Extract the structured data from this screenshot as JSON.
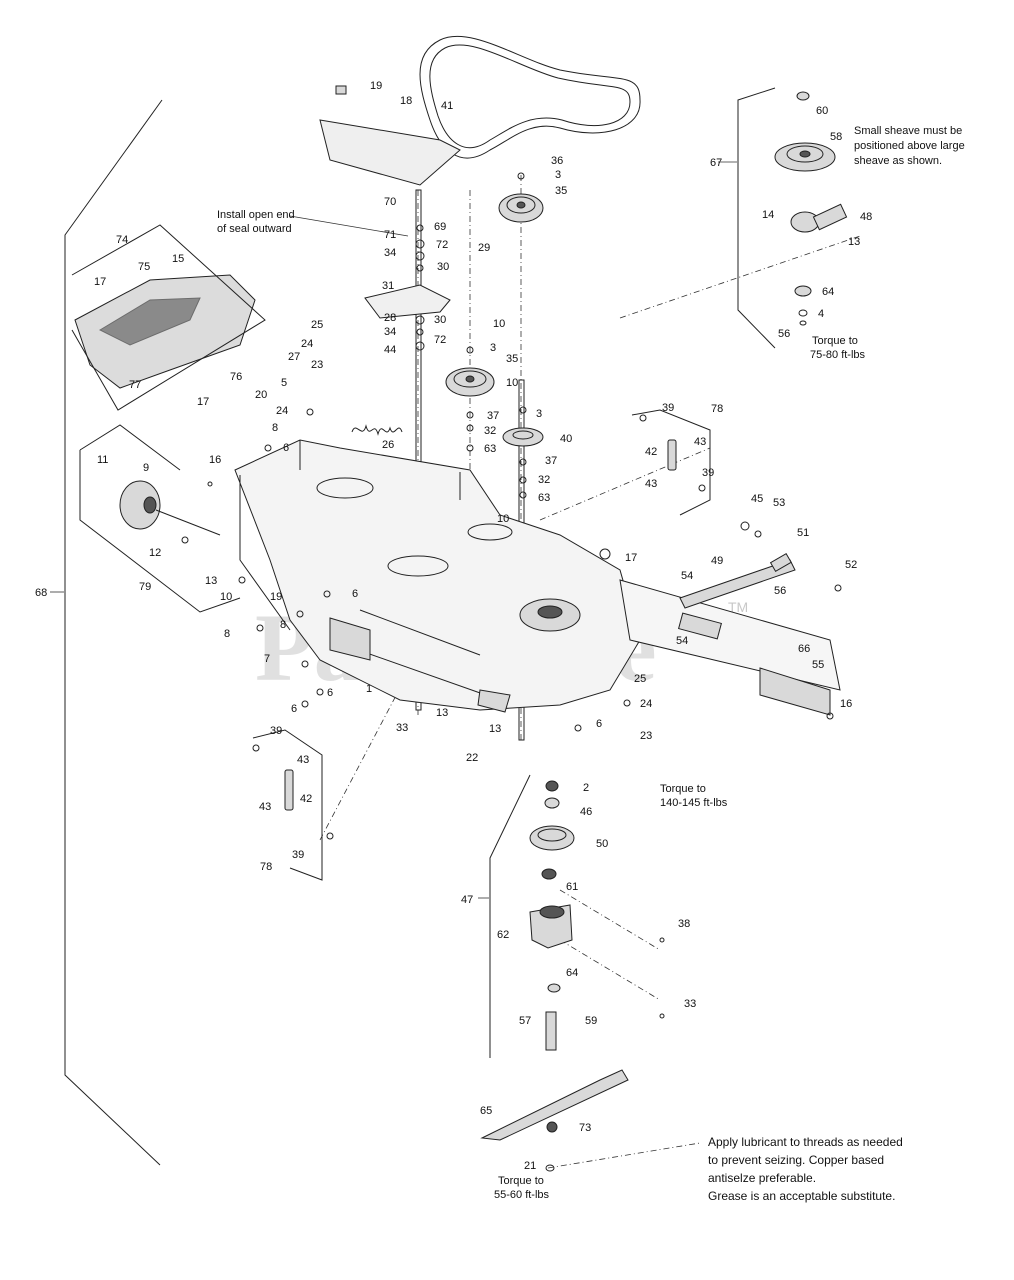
{
  "watermark": {
    "text": "PartsTree",
    "tm": "TM"
  },
  "notes": {
    "seal": [
      "Install open end",
      "of seal outward"
    ],
    "sheave": [
      "Small sheave must be",
      "positioned above large",
      "sheave as shown."
    ],
    "torque_top": [
      "Torque to",
      "75-80 ft-lbs"
    ],
    "torque_mid": [
      "Torque to",
      "140-145 ft-lbs"
    ],
    "torque_bottom": [
      "Torque to",
      "55-60 ft-lbs"
    ],
    "lubricant": [
      "Apply lubricant to threads as needed",
      "to prevent seizing.  Copper based",
      "antiselze preferable.",
      "Grease is an acceptable substitute."
    ]
  },
  "callouts": [
    {
      "t": "19"
    },
    {
      "t": "18"
    },
    {
      "t": "41"
    },
    {
      "t": "60"
    },
    {
      "t": "58"
    },
    {
      "t": "67"
    },
    {
      "t": "14"
    },
    {
      "t": "48"
    },
    {
      "t": "13"
    },
    {
      "t": "64"
    },
    {
      "t": "4"
    },
    {
      "t": "56"
    },
    {
      "t": "36"
    },
    {
      "t": "3"
    },
    {
      "t": "35"
    },
    {
      "t": "70"
    },
    {
      "t": "71"
    },
    {
      "t": "69"
    },
    {
      "t": "34"
    },
    {
      "t": "72"
    },
    {
      "t": "30"
    },
    {
      "t": "29"
    },
    {
      "t": "31"
    },
    {
      "t": "28"
    },
    {
      "t": "30"
    },
    {
      "t": "34"
    },
    {
      "t": "72"
    },
    {
      "t": "44"
    },
    {
      "t": "74"
    },
    {
      "t": "15"
    },
    {
      "t": "75"
    },
    {
      "t": "17"
    },
    {
      "t": "77"
    },
    {
      "t": "17"
    },
    {
      "t": "76"
    },
    {
      "t": "25"
    },
    {
      "t": "24"
    },
    {
      "t": "27"
    },
    {
      "t": "23"
    },
    {
      "t": "5"
    },
    {
      "t": "20"
    },
    {
      "t": "24"
    },
    {
      "t": "8"
    },
    {
      "t": "26"
    },
    {
      "t": "6"
    },
    {
      "t": "10"
    },
    {
      "t": "3"
    },
    {
      "t": "35"
    },
    {
      "t": "10"
    },
    {
      "t": "3"
    },
    {
      "t": "37"
    },
    {
      "t": "32"
    },
    {
      "t": "63"
    },
    {
      "t": "40"
    },
    {
      "t": "37"
    },
    {
      "t": "32"
    },
    {
      "t": "63"
    },
    {
      "t": "39"
    },
    {
      "t": "78"
    },
    {
      "t": "43"
    },
    {
      "t": "42"
    },
    {
      "t": "39"
    },
    {
      "t": "43"
    },
    {
      "t": "11"
    },
    {
      "t": "9"
    },
    {
      "t": "16"
    },
    {
      "t": "12"
    },
    {
      "t": "79"
    },
    {
      "t": "13"
    },
    {
      "t": "10"
    },
    {
      "t": "10"
    },
    {
      "t": "17"
    },
    {
      "t": "45"
    },
    {
      "t": "53"
    },
    {
      "t": "51"
    },
    {
      "t": "52"
    },
    {
      "t": "49"
    },
    {
      "t": "54"
    },
    {
      "t": "56"
    },
    {
      "t": "68"
    },
    {
      "t": "19"
    },
    {
      "t": "6"
    },
    {
      "t": "8"
    },
    {
      "t": "8"
    },
    {
      "t": "7"
    },
    {
      "t": "6"
    },
    {
      "t": "6"
    },
    {
      "t": "1"
    },
    {
      "t": "54"
    },
    {
      "t": "66"
    },
    {
      "t": "55"
    },
    {
      "t": "16"
    },
    {
      "t": "25"
    },
    {
      "t": "24"
    },
    {
      "t": "6"
    },
    {
      "t": "23"
    },
    {
      "t": "13"
    },
    {
      "t": "13"
    },
    {
      "t": "33"
    },
    {
      "t": "22"
    },
    {
      "t": "39"
    },
    {
      "t": "43"
    },
    {
      "t": "43"
    },
    {
      "t": "42"
    },
    {
      "t": "39"
    },
    {
      "t": "78"
    },
    {
      "t": "2"
    },
    {
      "t": "46"
    },
    {
      "t": "50"
    },
    {
      "t": "61"
    },
    {
      "t": "47"
    },
    {
      "t": "38"
    },
    {
      "t": "62"
    },
    {
      "t": "64"
    },
    {
      "t": "33"
    },
    {
      "t": "57"
    },
    {
      "t": "59"
    },
    {
      "t": "65"
    },
    {
      "t": "73"
    },
    {
      "t": "21"
    }
  ]
}
